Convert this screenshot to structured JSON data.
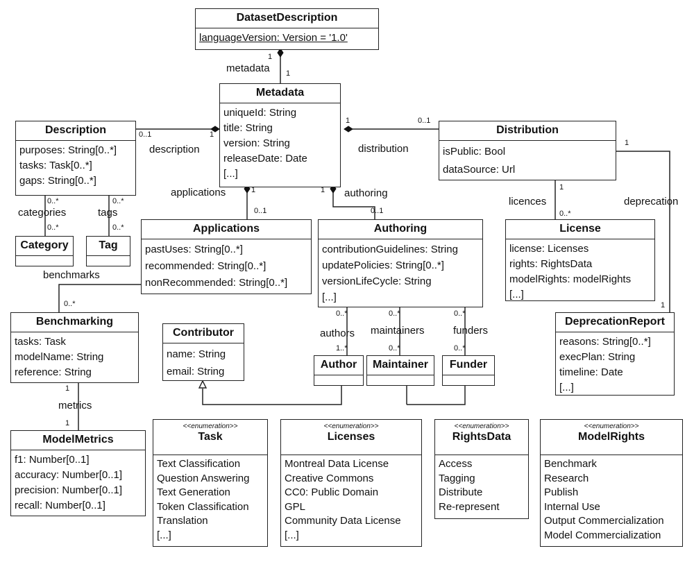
{
  "classes": {
    "dataset_description": {
      "name": "DatasetDescription",
      "attrs": [
        "languageVersion: Version = '1.0'"
      ]
    },
    "metadata": {
      "name": "Metadata",
      "attrs": [
        "uniqueId: String",
        "title: String",
        "version: String",
        "releaseDate: Date",
        "[...]"
      ]
    },
    "description": {
      "name": "Description",
      "attrs": [
        "purposes: String[0..*]",
        "tasks: Task[0..*]",
        "gaps: String[0..*]"
      ]
    },
    "distribution": {
      "name": "Distribution",
      "attrs": [
        "isPublic: Bool",
        "dataSource: Url"
      ]
    },
    "category": {
      "name": "Category"
    },
    "tag": {
      "name": "Tag"
    },
    "applications": {
      "name": "Applications",
      "attrs": [
        "pastUses: String[0..*]",
        "recommended: String[0..*]",
        "nonRecommended: String[0..*]"
      ]
    },
    "authoring": {
      "name": "Authoring",
      "attrs": [
        "contributionGuidelines: String",
        "updatePolicies: String[0..*]",
        "versionLifeCycle: String",
        "[...]"
      ]
    },
    "license": {
      "name": "License",
      "attrs": [
        "license: Licenses",
        "rights: RightsData",
        "modelRights: modelRights",
        "[...]"
      ]
    },
    "benchmarking": {
      "name": "Benchmarking",
      "attrs": [
        "tasks: Task",
        "modelName: String",
        "reference: String"
      ]
    },
    "contributor": {
      "name": "Contributor",
      "attrs": [
        "name: String",
        "email: String"
      ]
    },
    "author": {
      "name": "Author"
    },
    "maintainer": {
      "name": "Maintainer"
    },
    "funder": {
      "name": "Funder"
    },
    "deprecation_report": {
      "name": "DeprecationReport",
      "attrs": [
        "reasons: String[0..*]",
        "execPlan: String",
        "timeline: Date",
        "[...]"
      ]
    },
    "model_metrics": {
      "name": "ModelMetrics",
      "attrs": [
        "f1: Number[0..1]",
        "accuracy: Number[0..1]",
        "precision: Number[0..1]",
        "recall: Number[0..1]"
      ]
    }
  },
  "enums": {
    "stereotype": "<<enumeration>>",
    "task": {
      "name": "Task",
      "literals": [
        "Text Classification",
        "Question Answering",
        "Text Generation",
        "Token Classification",
        "Translation",
        "[...]"
      ]
    },
    "licenses": {
      "name": "Licenses",
      "literals": [
        "Montreal Data License",
        "Creative Commons",
        "CC0: Public Domain",
        "GPL",
        "Community Data License",
        "[...]"
      ]
    },
    "rights_data": {
      "name": "RightsData",
      "literals": [
        "Access",
        "Tagging",
        "Distribute",
        "Re-represent"
      ]
    },
    "model_rights": {
      "name": "ModelRights",
      "literals": [
        "Benchmark",
        "Research",
        "Publish",
        "Internal Use",
        "Output Commercialization",
        "Model Commercialization"
      ]
    }
  },
  "roles": {
    "metadata": "metadata",
    "description": "description",
    "distribution": "distribution",
    "applications": "applications",
    "authoring": "authoring",
    "categories": "categories",
    "tags": "tags",
    "benchmarks": "benchmarks",
    "licences": "licences",
    "deprecation": "deprecation",
    "authors": "authors",
    "maintainers": "maintainers",
    "funders": "funders",
    "metrics": "metrics"
  },
  "multiplicities": {
    "one": "1",
    "zero_one": "0..1",
    "zero_many": "0..*",
    "one_many": "1..*"
  }
}
